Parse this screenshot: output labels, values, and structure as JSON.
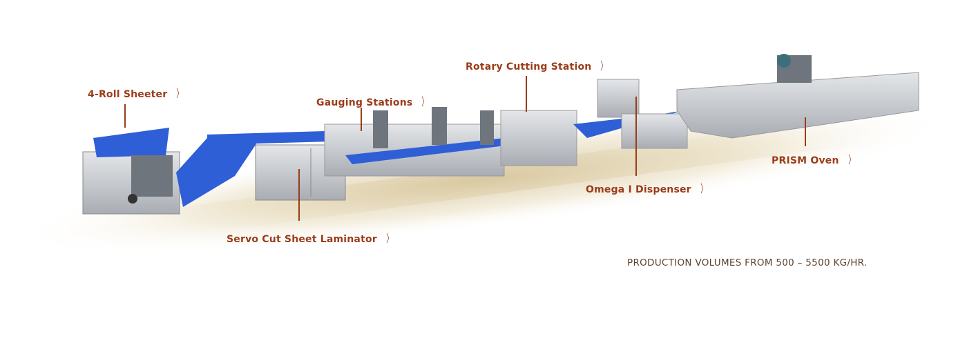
{
  "labels": {
    "sheeter": "4-Roll Sheeter",
    "gauging": "Gauging Stations",
    "rotary": "Rotary Cutting Station",
    "omega": "Omega I Dispenser",
    "oven": "PRISM Oven",
    "laminator": "Servo Cut Sheet Laminator"
  },
  "chevron": "〉",
  "footer": "PRODUCTION VOLUMES FROM 500 – 5500 KG/HR.",
  "colors": {
    "accent": "#9a3c1a",
    "belt": "#2f5fd6",
    "steel": "#c9ccd0",
    "footer": "#5a4330"
  }
}
